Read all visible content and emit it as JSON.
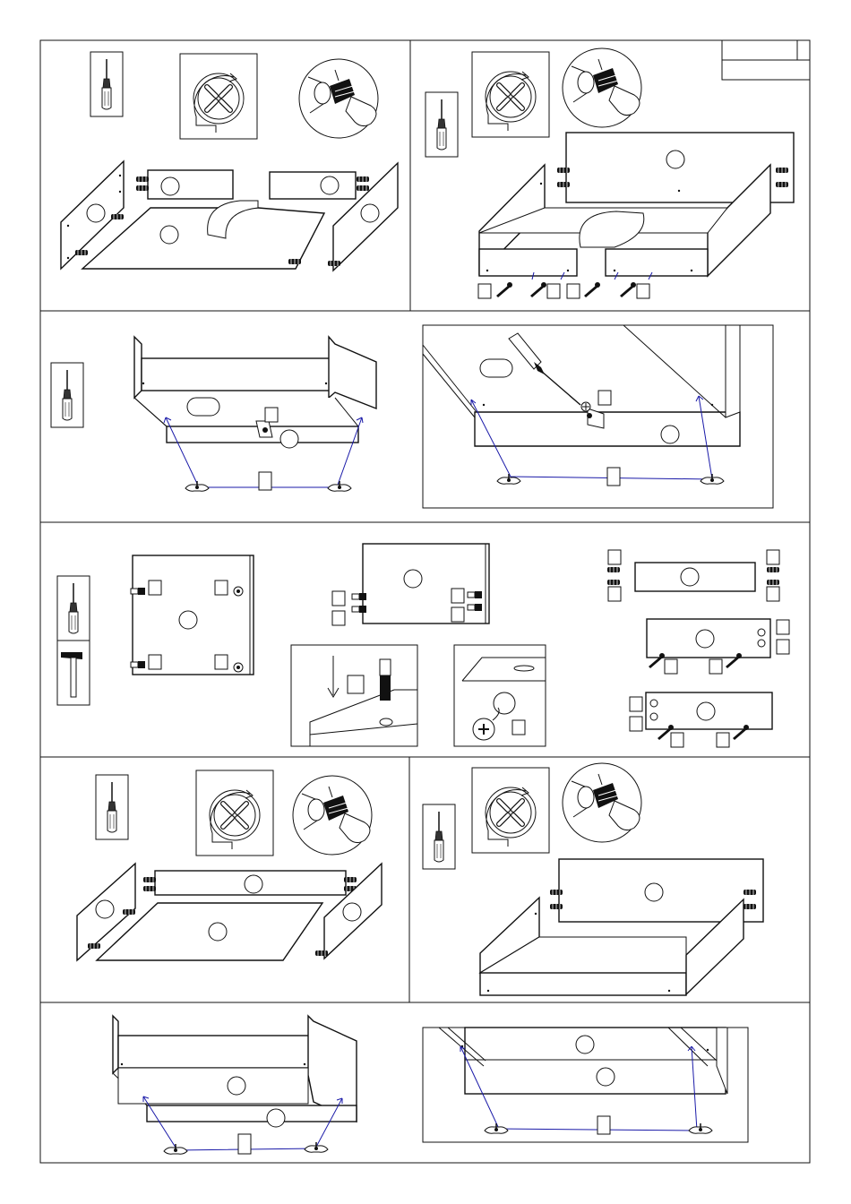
{
  "document": {
    "kind": "furniture assembly instruction sheet",
    "line_color": "#111111",
    "connector_color": "#1a1aa8",
    "background": "#ffffff"
  },
  "panels": [
    {
      "id": "step-1",
      "icons": [
        "screwdriver-icon",
        "cam-lock-rotation-icon",
        "cam-lock-tightening-icon"
      ]
    },
    {
      "id": "step-2",
      "icons": [
        "screwdriver-icon",
        "cam-lock-rotation-icon",
        "cam-lock-tightening-icon"
      ]
    },
    {
      "id": "step-3",
      "icons": [
        "screwdriver-icon"
      ]
    },
    {
      "id": "step-4",
      "icons": [
        "screwdriver-icon"
      ]
    },
    {
      "id": "step-5",
      "icons": [
        "screwdriver-icon",
        "hammer-icon"
      ]
    },
    {
      "id": "step-6",
      "icons": [
        "screwdriver-icon",
        "cam-lock-rotation-icon",
        "cam-lock-tightening-icon"
      ]
    },
    {
      "id": "step-7",
      "icons": [
        "screwdriver-icon",
        "cam-lock-rotation-icon",
        "cam-lock-tightening-icon"
      ]
    },
    {
      "id": "step-8",
      "icons": []
    },
    {
      "id": "step-9",
      "icons": []
    }
  ]
}
